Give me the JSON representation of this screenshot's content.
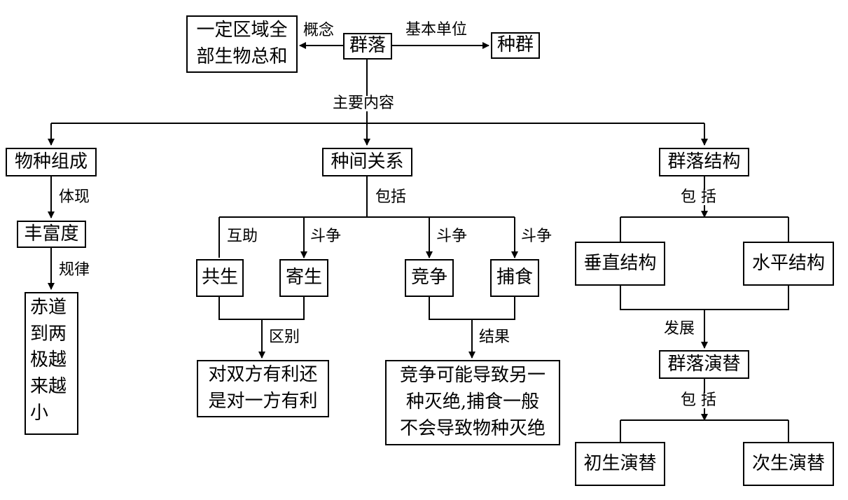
{
  "nodes": {
    "qunluo": "群落",
    "gainian_box": "一定区域全\n部生物总和",
    "zhongqun": "种群",
    "wuzhong_zucheng": "物种组成",
    "zhongjian_guanxi": "种间关系",
    "qunluo_jiegou": "群落结构",
    "fengfudu": "丰富度",
    "guilv_box": "赤道\n到两\n极越\n来越\n小",
    "gongsheng": "共生",
    "jisheng": "寄生",
    "jingzheng": "竞争",
    "buishi": "捕食",
    "chuizhi_jiegou": "垂直结构",
    "shuiping_jiegou": "水平结构",
    "quyu_box": "对双方有利还\n是对一方有利",
    "jieguo_box": "竞争可能导致另一\n种灭绝,捕食一般\n不会导致物种灭绝",
    "qunluo_yanti": "群落演替",
    "chusheng_yanti": "初生演替",
    "cisheng_yanti": "次生演替"
  },
  "labels": {
    "gainian": "概念",
    "jiben_danwei": "基本单位",
    "zhuyao_neirong": "主要内容",
    "tixian": "体现",
    "guilv": "规律",
    "baokuo_mid": "包括",
    "baokuo_right": "包 括",
    "huzhu": "互助",
    "douzheng_1": "斗争",
    "douzheng_2": "斗争",
    "douzheng_3": "斗争",
    "qubie": "区别",
    "jieguo": "结果",
    "fazhan": "发展",
    "baokuo_bottom": "包 括"
  }
}
